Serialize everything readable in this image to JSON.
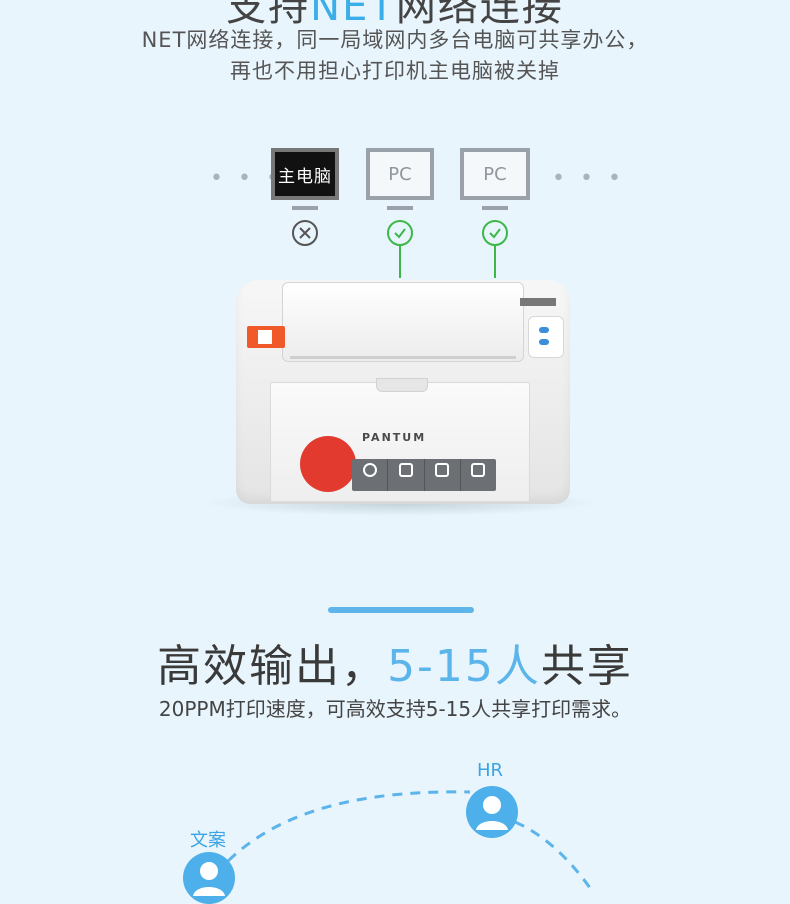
{
  "header": {
    "title_prefix": "支持",
    "title_highlight": "NET",
    "title_suffix": "网络连接",
    "line1": "NET网络连接，同一局域网内多台电脑可共享办公，",
    "line2": "再也不用担心打印机主电脑被关掉"
  },
  "network": {
    "main_pc_label": "主电脑",
    "pc1_label": "PC",
    "pc2_label": "PC",
    "dots": "• • •"
  },
  "printer": {
    "brand": "PANTUM"
  },
  "section2": {
    "headline_prefix": "高效输出，",
    "headline_highlight": "5-15人",
    "headline_suffix": "共享",
    "subline": "20PPM打印速度，可高效支持5-15人共享打印需求。"
  },
  "people": {
    "hr_label": "HR",
    "clerk_label": "文案"
  },
  "colors": {
    "accent": "#3aaee8",
    "ok": "#3cb84a",
    "printer_red": "#e33a2f"
  }
}
